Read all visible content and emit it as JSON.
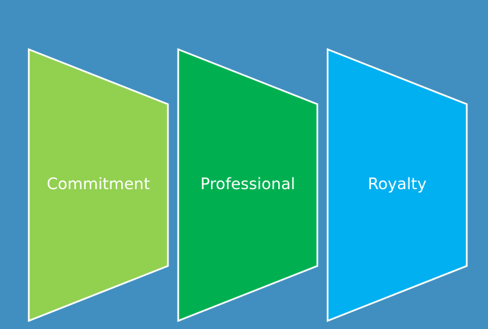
{
  "diagram": {
    "panels": [
      {
        "label": "Commitment",
        "color": "#92d050"
      },
      {
        "label": "Professional",
        "color": "#00b050"
      },
      {
        "label": "Royalty",
        "color": "#00b0f0"
      }
    ],
    "background": "#418fc0",
    "outline": "#ffffff"
  }
}
